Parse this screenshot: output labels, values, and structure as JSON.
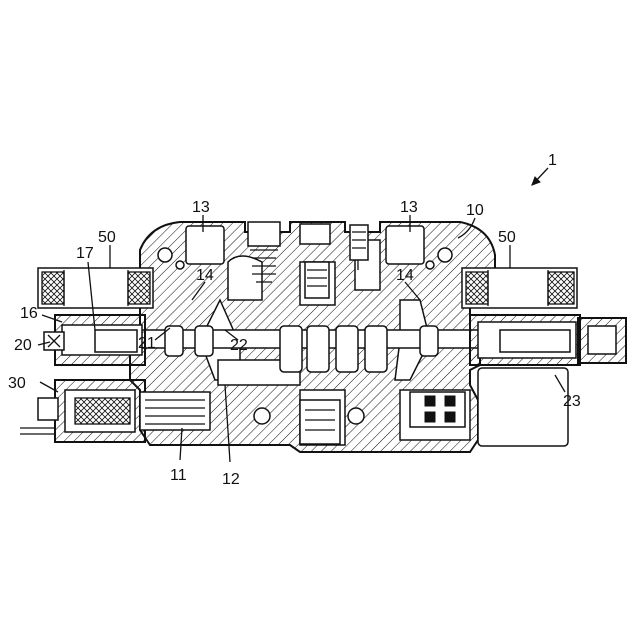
{
  "labels": {
    "l1": "1",
    "l10": "10",
    "l11": "11",
    "l12": "12",
    "l13a": "13",
    "l13b": "13",
    "l14a": "14",
    "l14b": "14",
    "l16": "16",
    "l17": "17",
    "l20": "20",
    "l21": "21",
    "l22": "22",
    "l23": "23",
    "l30": "30",
    "l50a": "50",
    "l50b": "50"
  }
}
